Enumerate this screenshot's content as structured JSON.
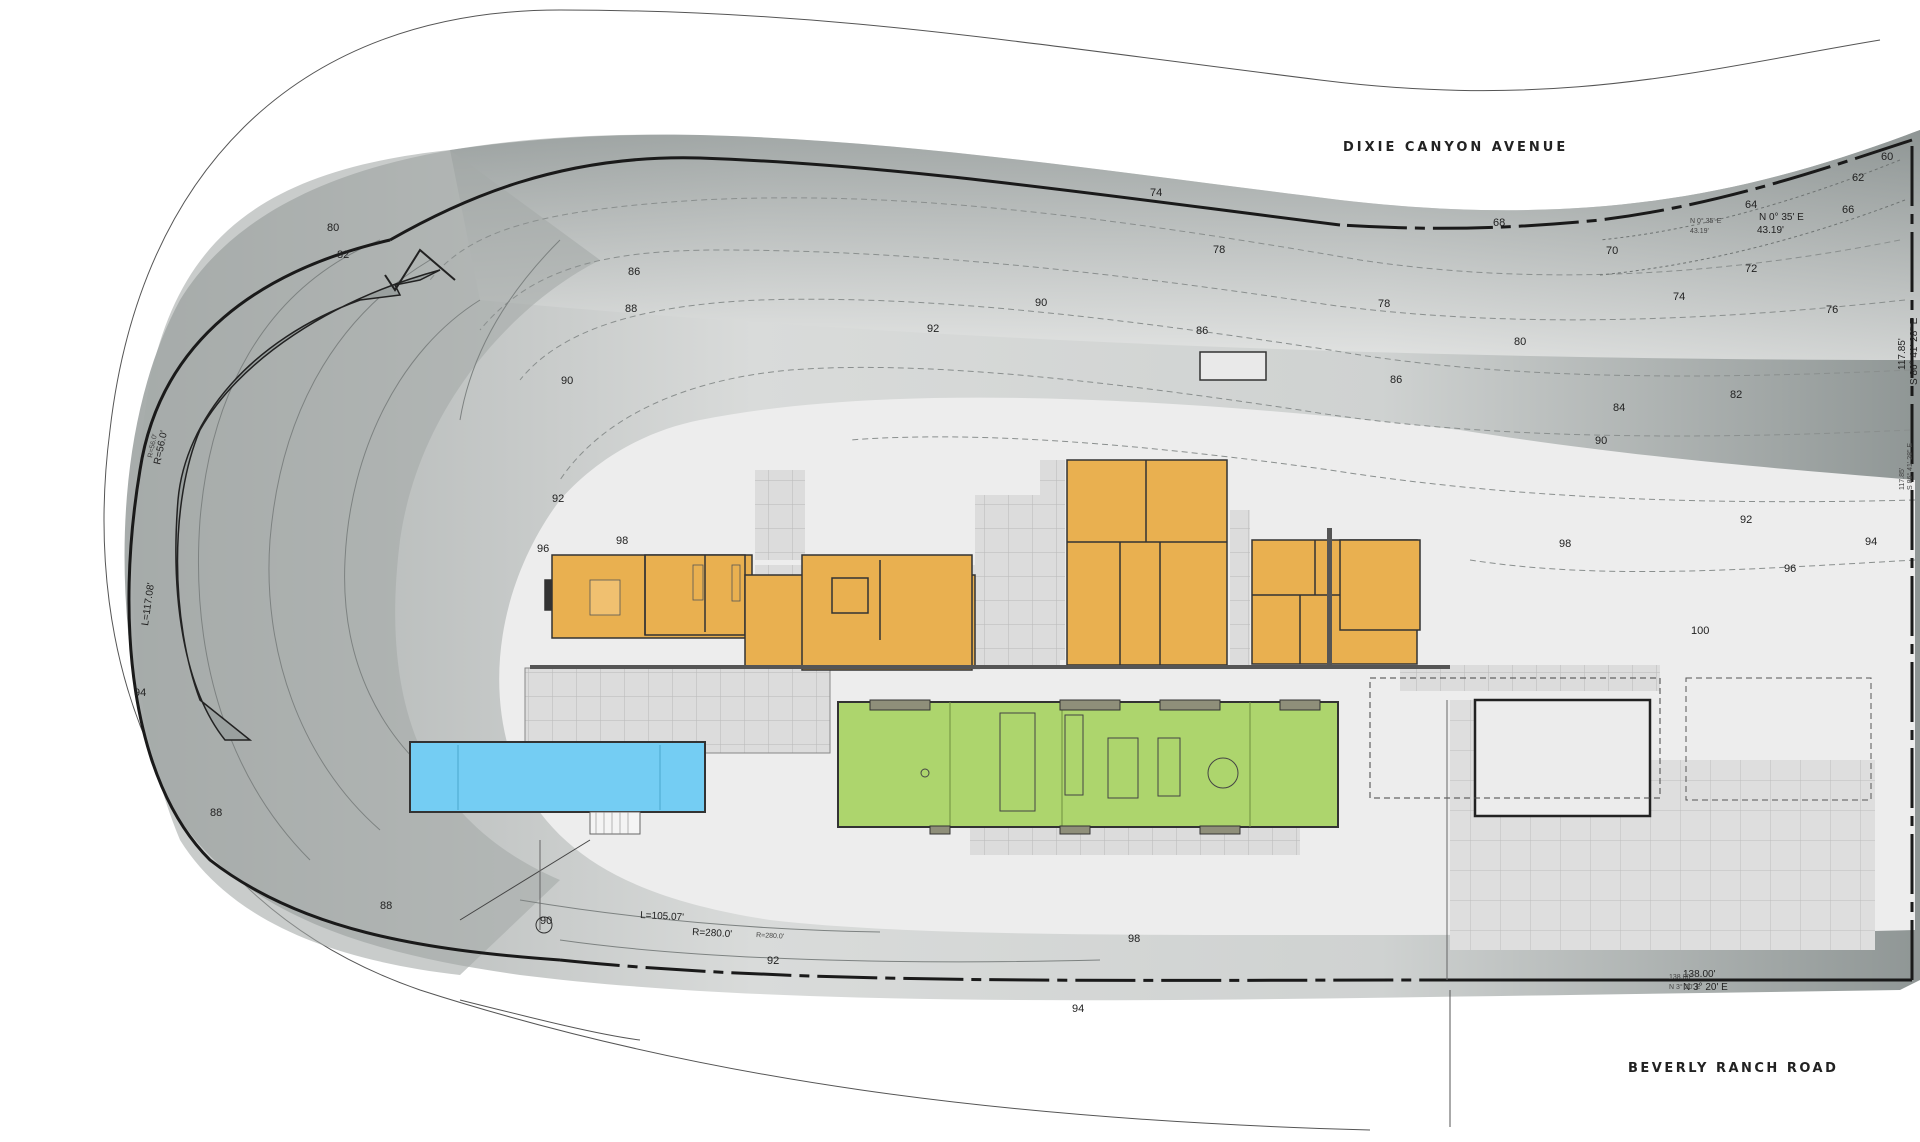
{
  "streets": {
    "north": "DIXIE CANYON AVENUE",
    "south": "BEVERLY RANCH ROAD"
  },
  "contour_labels": [
    {
      "id": "c80a",
      "text": "80"
    },
    {
      "id": "c82a",
      "text": "82"
    },
    {
      "id": "c86a",
      "text": "86"
    },
    {
      "id": "c88a",
      "text": "88"
    },
    {
      "id": "c90a",
      "text": "90"
    },
    {
      "id": "c92a",
      "text": "92"
    },
    {
      "id": "c96a",
      "text": "96"
    },
    {
      "id": "c98a",
      "text": "98"
    },
    {
      "id": "c74a",
      "text": "74"
    },
    {
      "id": "c78a",
      "text": "78"
    },
    {
      "id": "c68a",
      "text": "68"
    },
    {
      "id": "c70a",
      "text": "70"
    },
    {
      "id": "c64a",
      "text": "64"
    },
    {
      "id": "c66a",
      "text": "66"
    },
    {
      "id": "c62a",
      "text": "62"
    },
    {
      "id": "c60a",
      "text": "60"
    },
    {
      "id": "c72a",
      "text": "72"
    },
    {
      "id": "c74b",
      "text": "74"
    },
    {
      "id": "c76a",
      "text": "76"
    },
    {
      "id": "c78b",
      "text": "78"
    },
    {
      "id": "c80b",
      "text": "80"
    },
    {
      "id": "c82b",
      "text": "82"
    },
    {
      "id": "c84a",
      "text": "84"
    },
    {
      "id": "c86b",
      "text": "86"
    },
    {
      "id": "c86c",
      "text": "86"
    },
    {
      "id": "c90b",
      "text": "90"
    },
    {
      "id": "c92b",
      "text": "92"
    },
    {
      "id": "c94a",
      "text": "94"
    },
    {
      "id": "c96b",
      "text": "96"
    },
    {
      "id": "c98b",
      "text": "98"
    },
    {
      "id": "c100",
      "text": "100"
    },
    {
      "id": "c94b",
      "text": "94"
    },
    {
      "id": "c88b",
      "text": "88"
    },
    {
      "id": "c88c",
      "text": "88"
    },
    {
      "id": "c90c",
      "text": "90"
    },
    {
      "id": "c92c",
      "text": "92"
    },
    {
      "id": "c94c",
      "text": "94"
    },
    {
      "id": "c98c",
      "text": "98"
    },
    {
      "id": "c90d",
      "text": "90"
    },
    {
      "id": "c92d",
      "text": "92"
    }
  ],
  "survey": {
    "north_bearing": "N 0° 35' E",
    "north_bearing_small": "N 0° 35' E",
    "north_distance": "43.19'",
    "north_distance_small": "43.19'",
    "east_distance": "117.85'",
    "east_bearing": "S 86° 41' 28\" E",
    "east_bearing_small": "S 86° 41' 28\" E",
    "east_distance_small": "117.85'",
    "south_distance": "138.00'",
    "south_distance_small": "138.00'",
    "south_bearing": "N 3° 20' E",
    "south_bearing_small": "N 3° 20' E",
    "west_arc_length": "L=117.08'",
    "west_arc_radius": "R=56.0'",
    "west_arc_radius_small": "R=56.0'",
    "south_arc_length": "L=105.07'",
    "south_arc_radius": "R=280.0'",
    "south_arc_radius_small": "R=280.0'"
  },
  "colors": {
    "terrain_dark": "#9ea3a2",
    "terrain_mid": "#c4c7c6",
    "terrain_light": "#dcdedd",
    "pad": "#ececec",
    "bedroom_wing": "#e9b050",
    "living_pavilion": "#add56d",
    "pool": "#74cdf3",
    "terrace": "#dadada",
    "property_line": "#1a1a1a"
  }
}
